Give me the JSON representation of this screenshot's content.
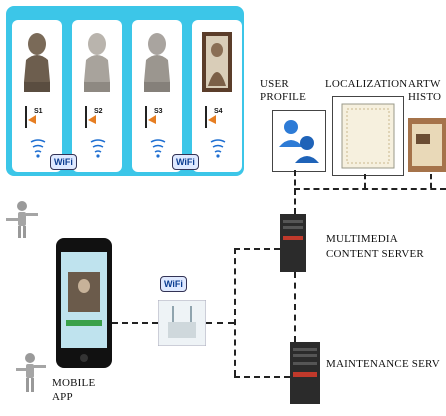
{
  "exhibits": [
    {
      "id": "S1"
    },
    {
      "id": "S2"
    },
    {
      "id": "S3"
    },
    {
      "id": "S4"
    }
  ],
  "wifi_badge": "WiFi",
  "nodes": {
    "user_profile": "USER\nPROFILE",
    "localization": "LOCALIZATION",
    "artwork_history": "ARTW\nHISTO",
    "multimedia_server": "MULTIMEDIA\nCONTENT SERVER",
    "maintenance_server": "MAINTENANCE SERV",
    "mobile_app": "MOBILE\nAPP"
  },
  "colors": {
    "panel": "#3cc6e8",
    "server": "#2b2b2b",
    "server_accent": "#c0392b"
  }
}
